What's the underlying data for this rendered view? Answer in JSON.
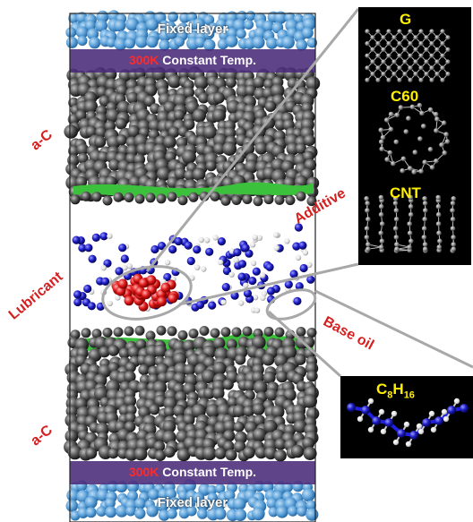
{
  "labels": {
    "fixed_layer": "Fixed layer",
    "temp_value": "300K",
    "temp_text": "Constant Temp.",
    "a_c": "a-C",
    "additive": "Additive",
    "lubricant": "Lubricant",
    "base_oil": "Base oil",
    "graphene": "G",
    "c60": "C60",
    "cnt": "CNT",
    "octene": "C8H16"
  },
  "colors": {
    "fixed_layer": "#5aa8e0",
    "thermostat": "#4a2a7a",
    "carbon_atom": "#2a2a2a",
    "graphene_sheet": "#3cc13c",
    "additive_atom": "#d41818",
    "lubricant_carbon": "#1c1cc8",
    "hydrogen": "#eeeeee",
    "label_red": "#d42020",
    "label_yellow": "#ffee00",
    "callout_gray": "#a8a8a8"
  }
}
